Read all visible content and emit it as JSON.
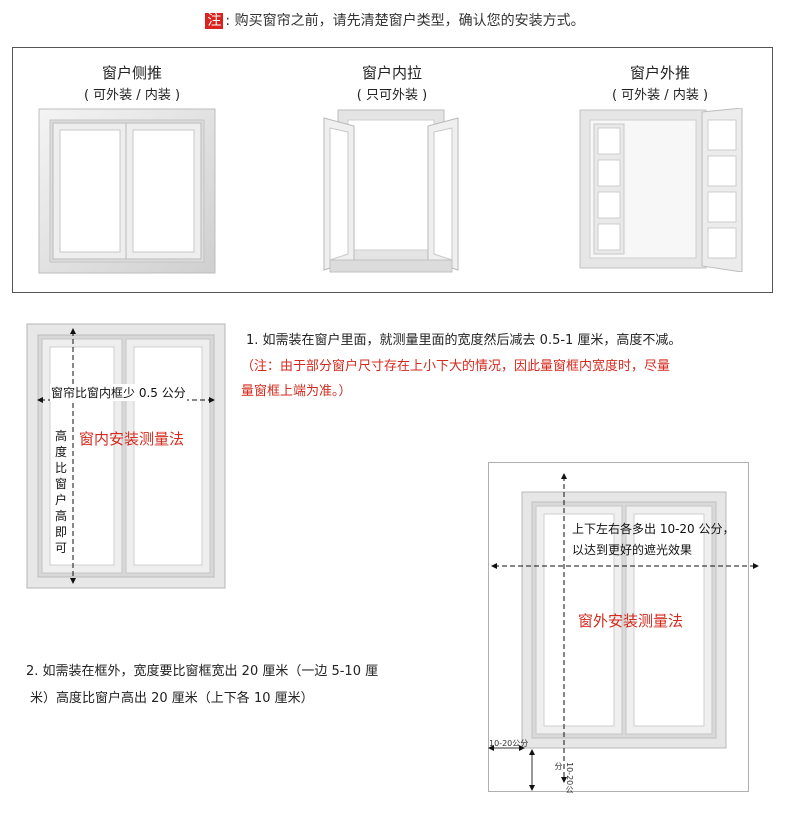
{
  "header": {
    "tag": "注",
    "text": ": 购买窗帘之前，请先清楚窗户类型，确认您的安装方式。"
  },
  "window_types": [
    {
      "title": "窗户侧推",
      "sub": "( 可外装 / 内装 )"
    },
    {
      "title": "窗户内拉",
      "sub": "( 只可外装 )"
    },
    {
      "title": "窗户外推",
      "sub": "( 可外装 / 内装 )"
    }
  ],
  "inside_method": {
    "width_label": "窗帘比窗内框少 0.5 公分",
    "height_label": "高度比窗户高即可",
    "method_label": "窗内安装测量法",
    "step_text": "1. 如需装在窗户里面，就测量里面的宽度然后减去 0.5-1 厘米，高度不减。",
    "note_line1": "（注：由于部分窗户尺寸存在上小下大的情况，因此量窗框内宽度时，尽量",
    "note_line2": "量窗框上端为准。）"
  },
  "outside_method": {
    "step_line1": "2. 如需装在框外，宽度要比窗框宽出 20 厘米（一边 5-10 厘",
    "step_line2": "米）高度比窗户高出 20 厘米（上下各 10 厘米）",
    "extend_line1": "上下左右各多出 10-20 公分，",
    "extend_line2": "以达到更好的遮光效果",
    "method_label": "窗外安装测量法",
    "small_h_label": "10-20公分",
    "small_v_label": "10-20公分"
  },
  "colors": {
    "accent_red": "#d42a1e",
    "frame_light": "#e6e6e6",
    "frame_dark": "#b5b5b5"
  }
}
